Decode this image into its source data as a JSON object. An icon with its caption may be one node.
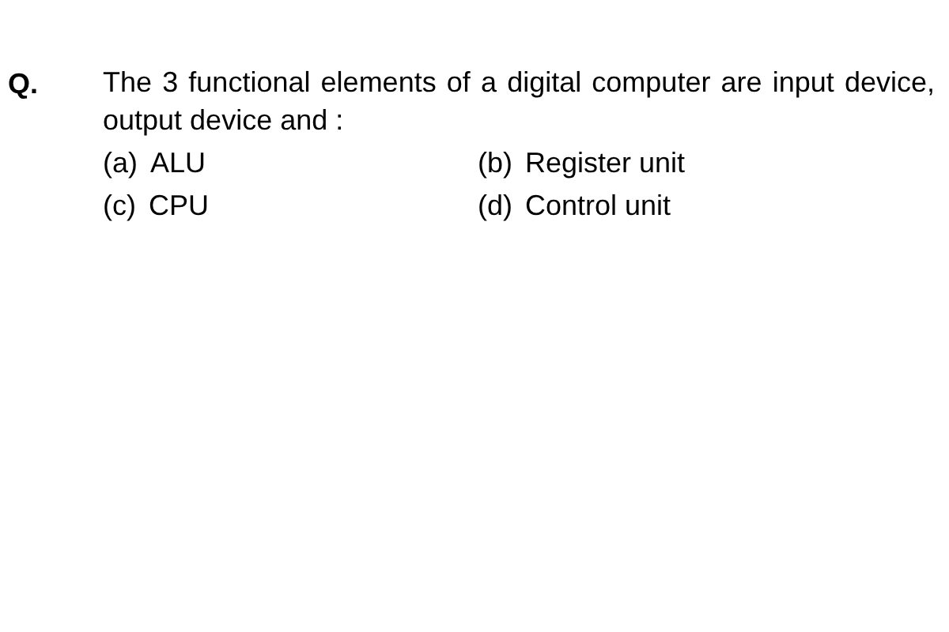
{
  "diagram": {
    "labels": [
      "Q.",
      "The 3 functional elements of a digital computer are input device, output device and :",
      "(a)",
      "ALU",
      "(b)",
      "Register unit",
      "(c)",
      "CPU",
      "(d)",
      "Control unit"
    ]
  }
}
